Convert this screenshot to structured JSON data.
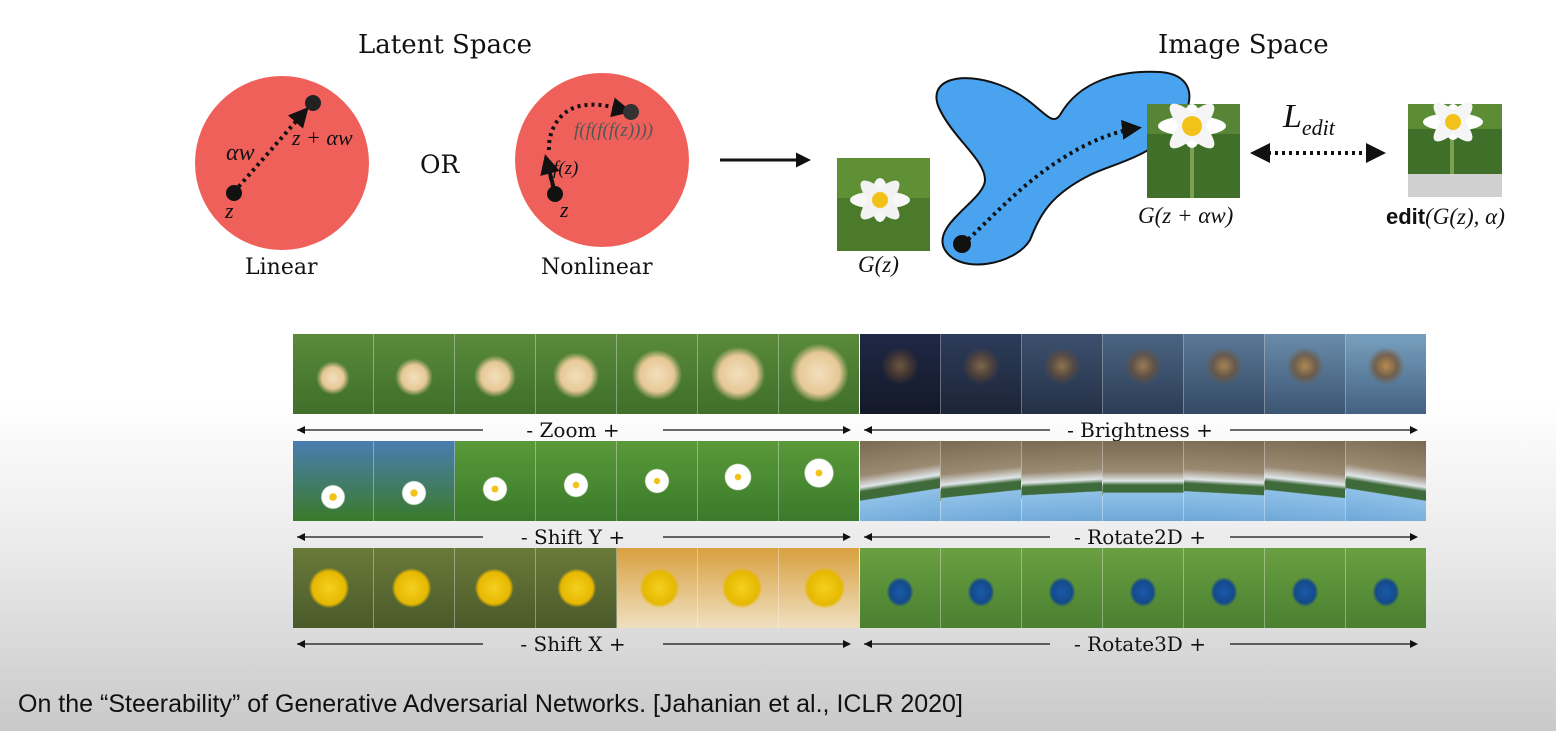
{
  "diagram": {
    "latent_title": "Latent Space",
    "image_title": "Image Space",
    "or_label": "OR",
    "linear": {
      "label": "Linear",
      "z": "z",
      "aw": "αw",
      "z_plus_aw": "z + αw"
    },
    "nonlinear": {
      "label": "Nonlinear",
      "z": "z",
      "fz": "f(z)",
      "ffff": "f(f(f(f(z))))"
    },
    "gz": "G(z)",
    "gz_aw": "G(z + αw)",
    "l_edit": "L",
    "l_edit_sub": "edit",
    "edit_bold": "edit",
    "edit_rest": "(G(z), α)"
  },
  "strips": [
    {
      "label": "- Zoom +",
      "theme": "dog"
    },
    {
      "label": "- Brightness +",
      "theme": "dome"
    },
    {
      "label": "- Shift Y +",
      "theme": "daisy"
    },
    {
      "label": "- Rotate2D +",
      "theme": "beach"
    },
    {
      "label": "- Shift X +",
      "theme": "lemon"
    },
    {
      "label": "- Rotate3D +",
      "theme": "bird"
    }
  ],
  "caption": "On the “Steerability” of Generative Adversarial Networks. [Jahanian et al., ICLR 2020]",
  "colors": {
    "circle": "#f0605a",
    "blob": "#4aa3ef"
  }
}
